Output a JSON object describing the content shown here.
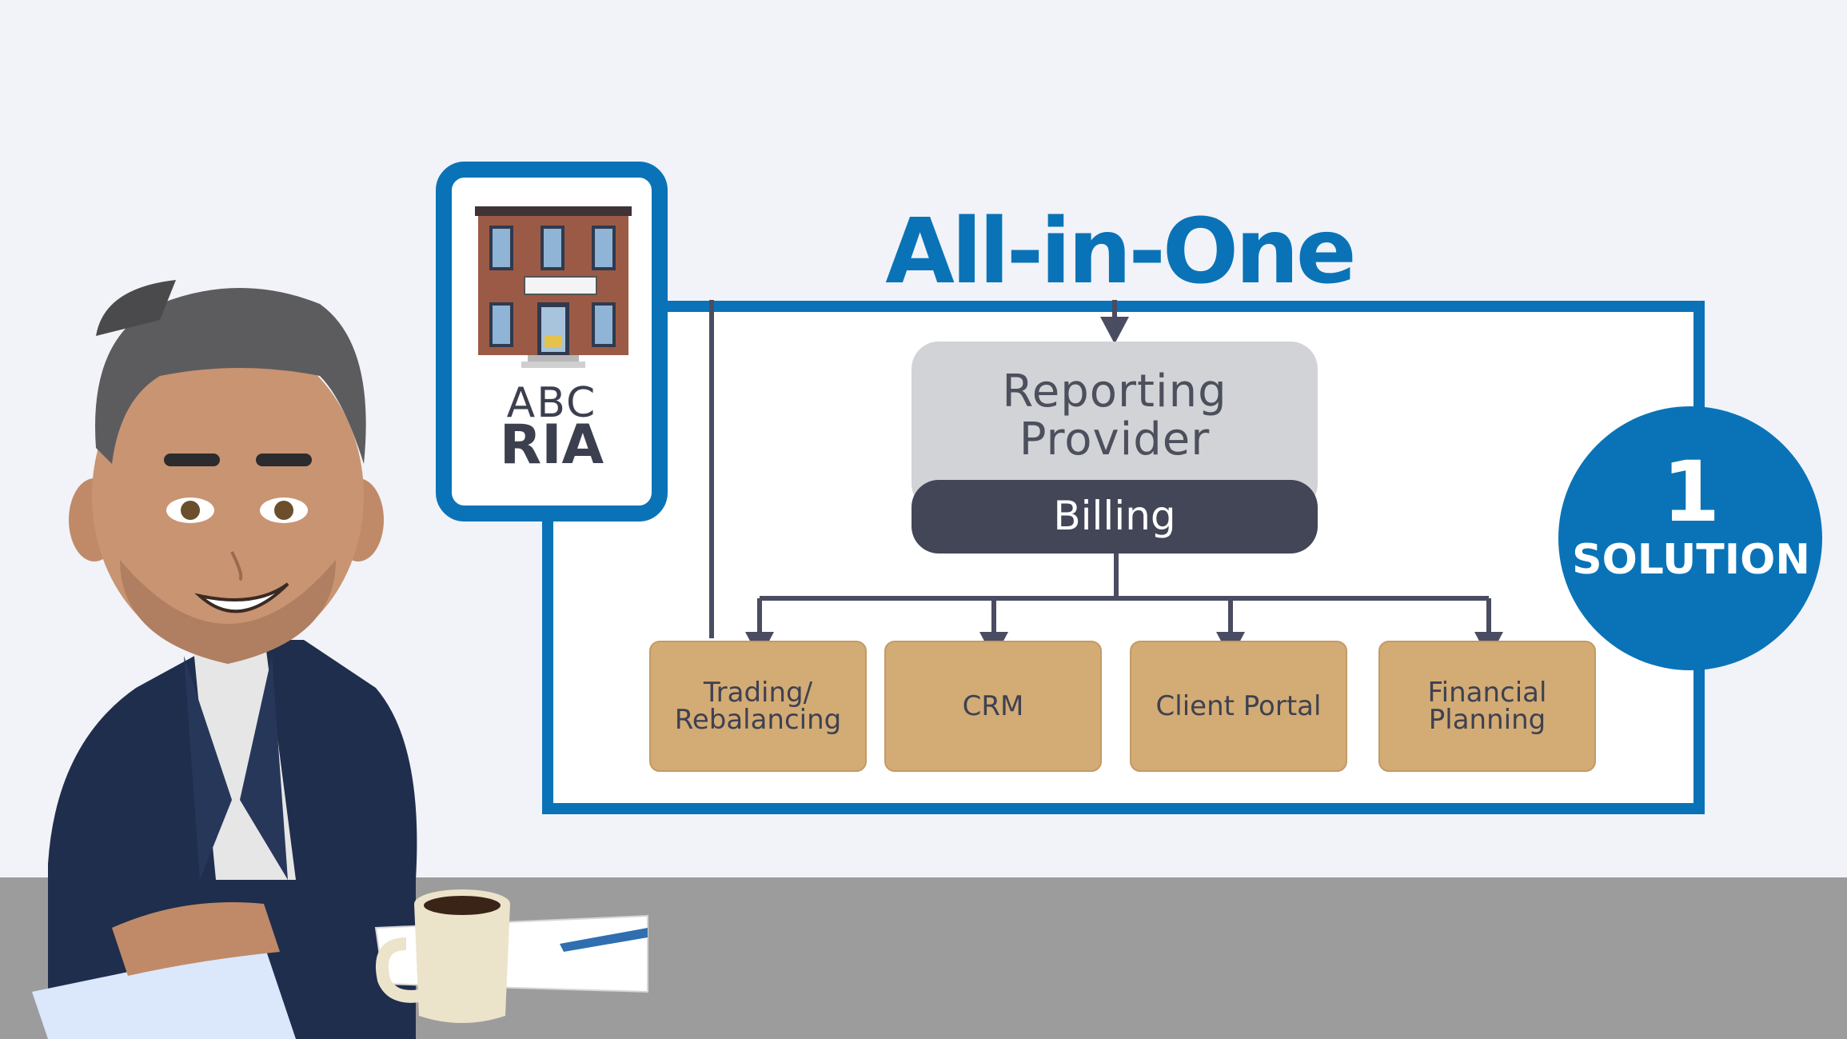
{
  "diagram": {
    "title": "All-in-One",
    "firm": {
      "line1": "ABC",
      "line2": "RIA",
      "icon": "office-building-icon"
    },
    "provider": {
      "label": "Reporting\nProvider"
    },
    "billing": {
      "label": "Billing"
    },
    "modules": [
      {
        "label": "Trading/\nRebalancing"
      },
      {
        "label": "CRM"
      },
      {
        "label": "Client Portal"
      },
      {
        "label": "Financial\nPlanning"
      }
    ],
    "badge": {
      "number": "1",
      "label": "SOLUTION"
    }
  },
  "colors": {
    "brand_blue": "#0a73b7",
    "provider_gray": "#d2d3d7",
    "billing_dark": "#434657",
    "module_tan": "#d3ab75",
    "connector": "#4a4c62",
    "desk": "#9c9c9c",
    "wall": "#f1f3f8"
  }
}
